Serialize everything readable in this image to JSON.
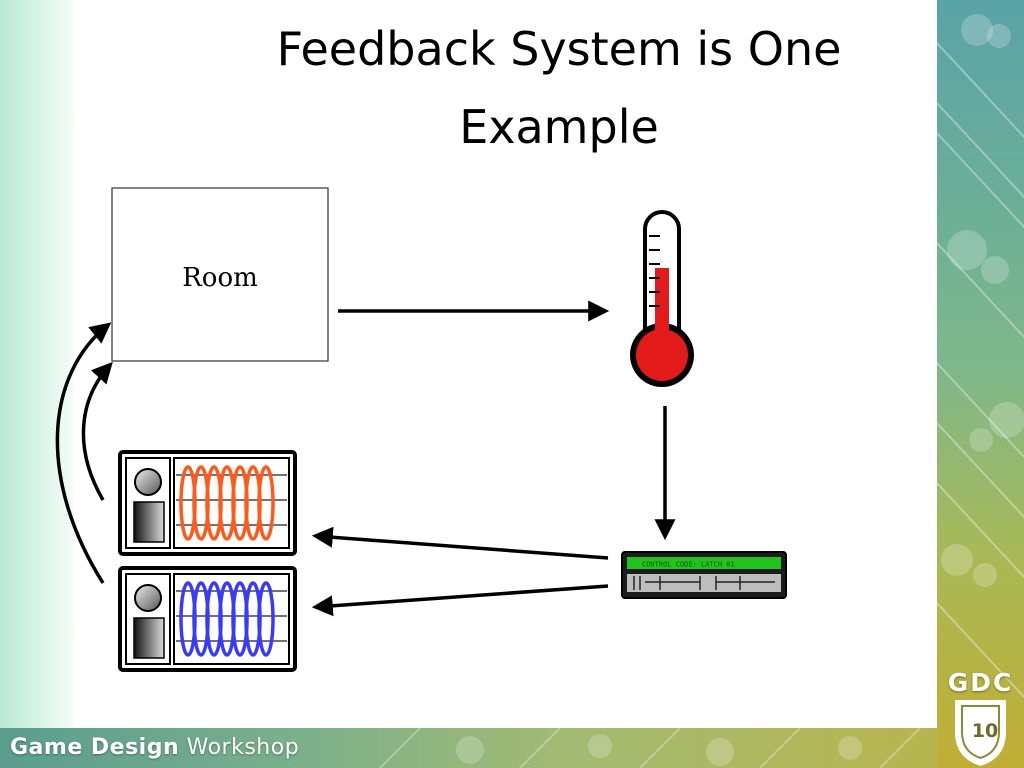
{
  "slide": {
    "title_line1": "Feedback System is One",
    "title_line2": "Example"
  },
  "diagram": {
    "room_label": "Room",
    "thermostat_display_text": "CONTROL CODE: LATCH 01"
  },
  "footer": {
    "workshop_bold": "Game Design",
    "workshop_thin": " Workshop"
  },
  "logo": {
    "brand": "GDC",
    "edition": "10"
  },
  "colors": {
    "thermometer_red": "#e41b1b",
    "heater_coil_orange": "#ff5a1a",
    "cooler_coil_blue": "#3a3aff",
    "display_green": "#22c21f"
  }
}
